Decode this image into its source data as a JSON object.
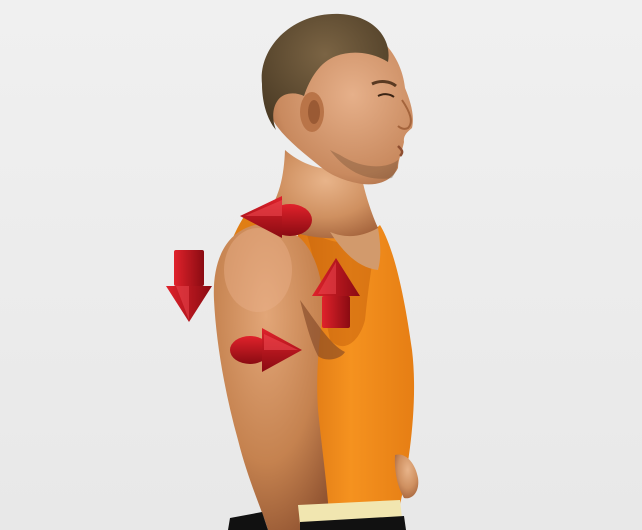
{
  "image": {
    "subject": "muscle-anatomy-render",
    "watermark_text": "",
    "colors": {
      "background": "#eeeeee",
      "skin": "#d49a6a",
      "skin_shadow": "#a8663e",
      "hair": "#5e4a30",
      "tank_top": "#f08a1f",
      "tank_top_shadow": "#c8650c",
      "waistband": "#f1e6b0",
      "shorts": "#111111",
      "arrow": "#c3121b",
      "arrow_dark": "#7e0a10"
    },
    "arrows": [
      {
        "name": "arrow-shoulder-backward",
        "direction": "left"
      },
      {
        "name": "arrow-shoulder-up",
        "direction": "up"
      },
      {
        "name": "arrow-shoulder-down",
        "direction": "down"
      },
      {
        "name": "arrow-arm-forward",
        "direction": "right"
      }
    ]
  }
}
